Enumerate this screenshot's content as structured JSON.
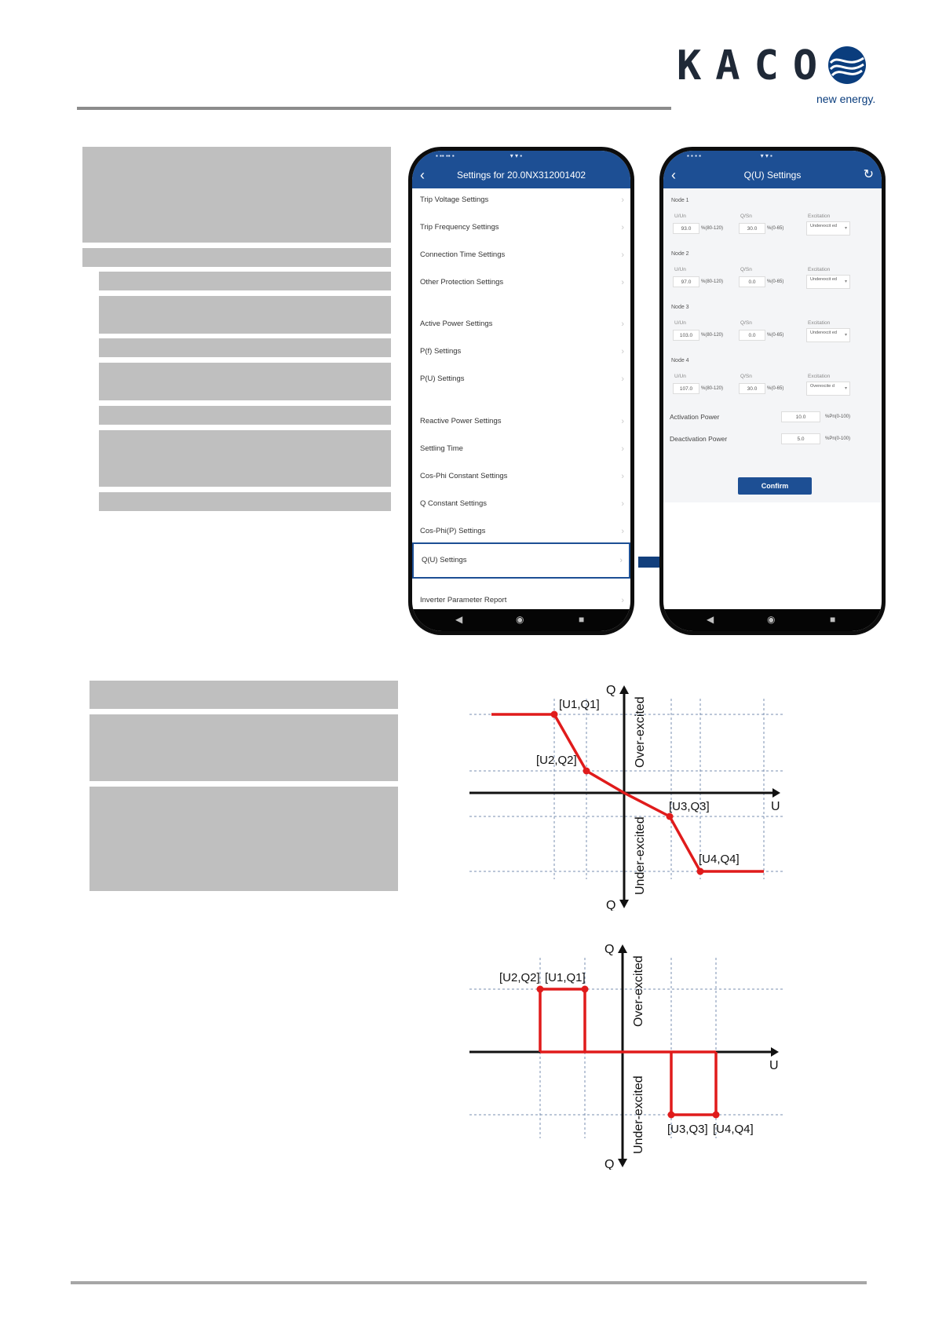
{
  "logo": {
    "word": "KACO",
    "tagline": "new energy."
  },
  "phone_settings": {
    "title": "Settings for 20.0NX312001402",
    "items": [
      "Trip Voltage Settings",
      "Trip Frequency Settings",
      "Connection Time Settings",
      "Other Protection Settings",
      "Active Power Settings",
      "P(f) Settings",
      "P(U) Settings",
      "Reactive Power Settings",
      "Settling Time",
      "Cos-Phi Constant Settings",
      "Q Constant Settings",
      "Cos-Phi(P) Settings",
      "Q(U) Settings",
      "Inverter Parameter Report"
    ],
    "selected_item": "Q(U) Settings"
  },
  "phone_qu": {
    "title": "Q(U) Settings",
    "col_u": "U/Un",
    "col_q": "Q/Sn",
    "col_exc": "Excitation",
    "u_range": "%(80-120)",
    "q_range": "%(0-65)",
    "nodes": [
      {
        "label": "Node 1",
        "u": "93.0",
        "q": "30.0",
        "exc": "Underexcit ed"
      },
      {
        "label": "Node 2",
        "u": "97.0",
        "q": "0.0",
        "exc": "Underexcit ed"
      },
      {
        "label": "Node 3",
        "u": "103.0",
        "q": "0.0",
        "exc": "Underexcit ed"
      },
      {
        "label": "Node 4",
        "u": "107.0",
        "q": "30.0",
        "exc": "Overexcite d"
      }
    ],
    "activation_label": "Activation Power",
    "activation_value": "10.0",
    "deactivation_label": "Deactivation Power",
    "deactivation_value": "5.0",
    "power_range": "%Pn(0-100)",
    "confirm_label": "Confirm"
  },
  "diagram1": {
    "q_axis": "Q",
    "u_axis": "U",
    "over_label": "Over-excited",
    "under_label": "Under-excited",
    "points": [
      "[U1,Q1]",
      "[U2,Q2]",
      "[U3,Q3]",
      "[U4,Q4]"
    ]
  },
  "diagram2": {
    "q_axis": "Q",
    "u_axis": "U",
    "over_label": "Over-excited",
    "under_label": "Under-excited",
    "points": [
      "[U2,Q2]",
      "[U1,Q1]",
      "[U3,Q3]",
      "[U4,Q4]"
    ]
  },
  "colors": {
    "brand_blue": "#1d4f94",
    "curve_red": "#e01b1b",
    "placeholder_gray": "#bfbfbf"
  }
}
